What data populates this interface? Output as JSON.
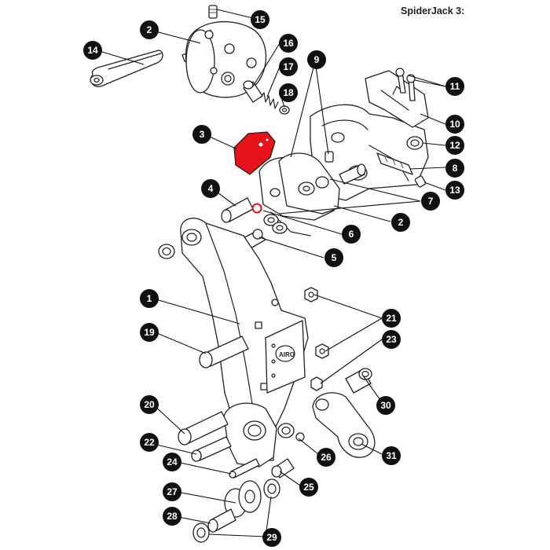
{
  "title": "SpiderJack 3:",
  "colors": {
    "highlight": "#e8121a",
    "badge": "#111111",
    "line": "#222222"
  },
  "labels": {
    "l1": "1",
    "l2a": "2",
    "l2b": "2",
    "l3": "3",
    "l4": "4",
    "l5": "5",
    "l6": "6",
    "l7": "7",
    "l8": "8",
    "l9": "9",
    "l10": "10",
    "l11": "11",
    "l12": "12",
    "l13": "13",
    "l14": "14",
    "l15": "15",
    "l16": "16",
    "l17": "17",
    "l18": "18",
    "l19": "19",
    "l20": "20",
    "l21": "21",
    "l22": "22",
    "l23": "23",
    "l24": "24",
    "l25": "25",
    "l26": "26",
    "l27": "27",
    "l28": "28",
    "l29": "29",
    "l30": "30",
    "l31": "31"
  },
  "plate_logo": "AIRO"
}
